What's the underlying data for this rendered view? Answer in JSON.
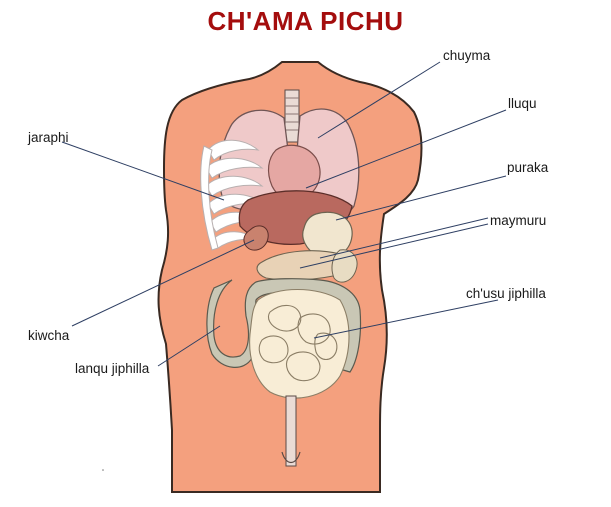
{
  "title": "CH'AMA PICHU",
  "colors": {
    "title": "#a40d0d",
    "skin": "#f4a07e",
    "skin_outline": "#3a2a22",
    "lung": "#efc9c9",
    "heart": "#e5a7a3",
    "liver": "#b9695f",
    "stomach": "#f1e6cf",
    "pancreas": "#e8d2b6",
    "small_intestine": "#f8edd6",
    "large_intestine": "#c9c7b5",
    "bone": "#ffffff",
    "leader_line": "#2e3f63",
    "trachea": "#eadbd5"
  },
  "labels": {
    "chuyma": "chuyma",
    "lluqu": "lluqu",
    "jaraphi": "jaraphi",
    "puraka": "puraka",
    "maymuru": "maymuru",
    "chusu_jiphilla": "ch'usu jiphilla",
    "kiwcha": "kiwcha",
    "lanqu_jiphilla": "lanqu jiphilla"
  }
}
